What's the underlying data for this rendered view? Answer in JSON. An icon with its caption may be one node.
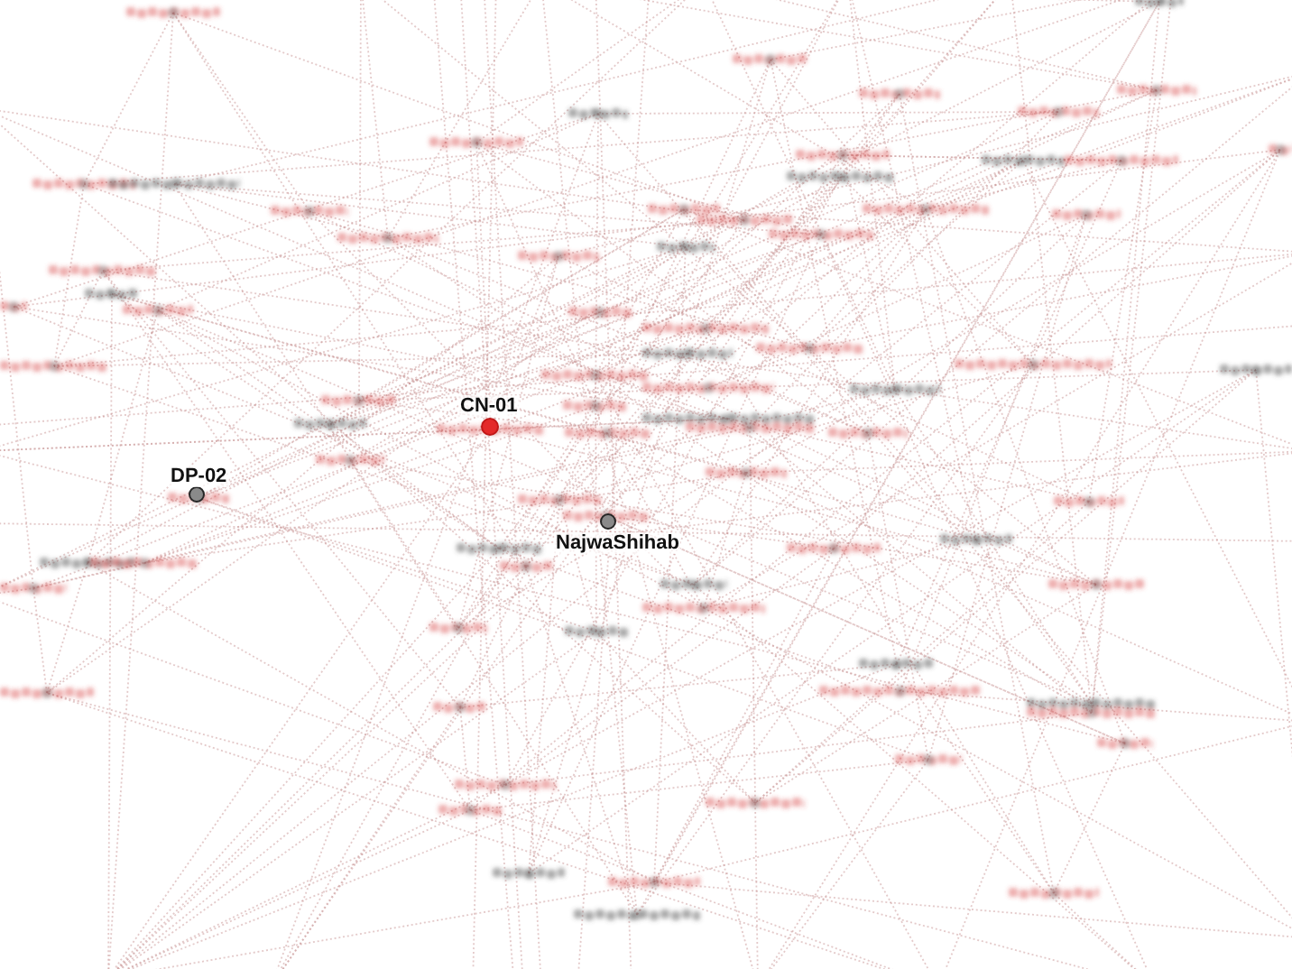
{
  "diagram": {
    "nodes": [
      {
        "text": [
          "CN-01"
        ]
      },
      {
        "text": [
          "DP-02"
        ]
      },
      {
        "text": [
          "NajwaShihab"
        ]
      }
    ]
  }
}
